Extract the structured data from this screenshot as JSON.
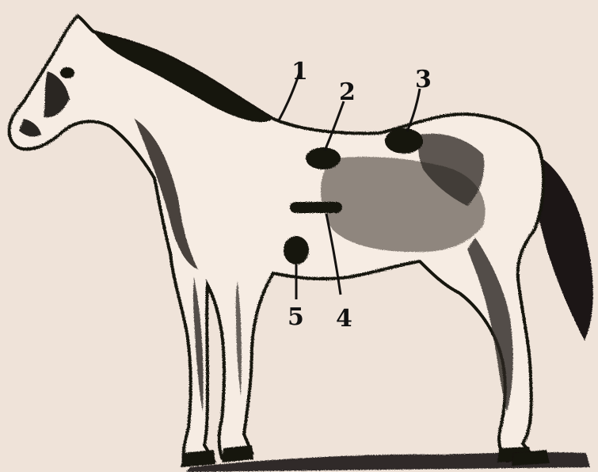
{
  "figure": {
    "background": "#efe3d9",
    "ink_color": "#141210",
    "subject": "horse-icon",
    "labels": [
      {
        "id": "1",
        "text": "1"
      },
      {
        "id": "2",
        "text": "2"
      },
      {
        "id": "3",
        "text": "3"
      },
      {
        "id": "4",
        "text": "4"
      },
      {
        "id": "5",
        "text": "5"
      }
    ]
  }
}
